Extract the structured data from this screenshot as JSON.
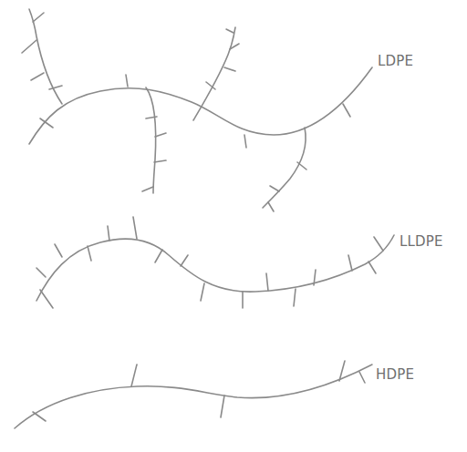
{
  "diagram": {
    "labels": [
      "LDPE",
      "LLDPE",
      "HDPE"
    ]
  }
}
